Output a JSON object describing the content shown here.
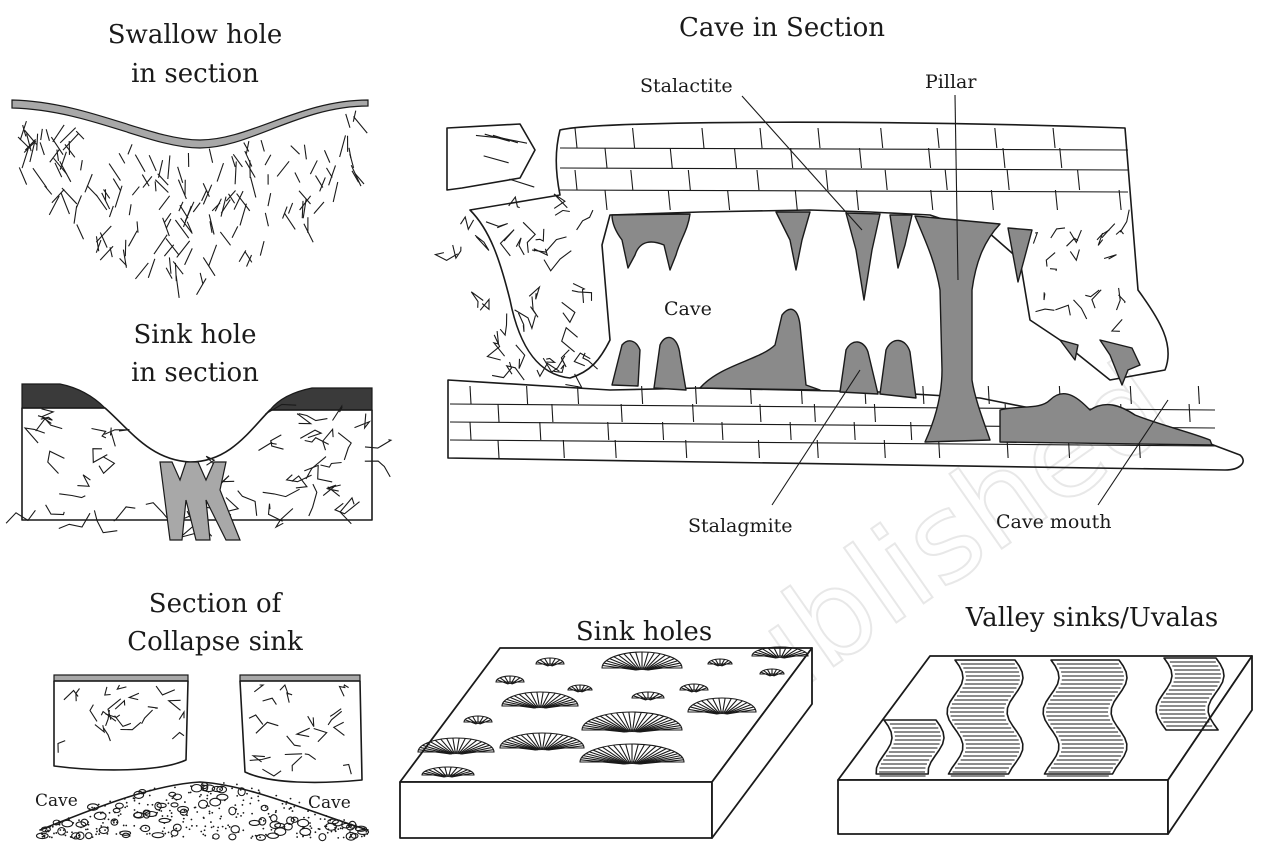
{
  "labels": {
    "swallow_title_1": "Swallow hole",
    "swallow_title_2": "in section",
    "sink_title_1": "Sink hole",
    "sink_title_2": "in section",
    "collapse_title_1": "Section of",
    "collapse_title_2": "Collapse sink",
    "cave_left": "Cave",
    "cave_right": "Cave",
    "cave_section_title": "Cave in Section",
    "stalactite": "Stalactite",
    "pillar": "Pillar",
    "cave": "Cave",
    "stalagmite": "Stalagmite",
    "cave_mouth": "Cave mouth",
    "sink_holes_title": "Sink holes",
    "uvalas_title": "Valley sinks/Uvalas"
  },
  "colors": {
    "ink": "#1a1a1a",
    "speleothem_fill": "#8a8a8a",
    "soil_grey": "#a8a8a8",
    "soil_dark": "#3a3a3a"
  }
}
